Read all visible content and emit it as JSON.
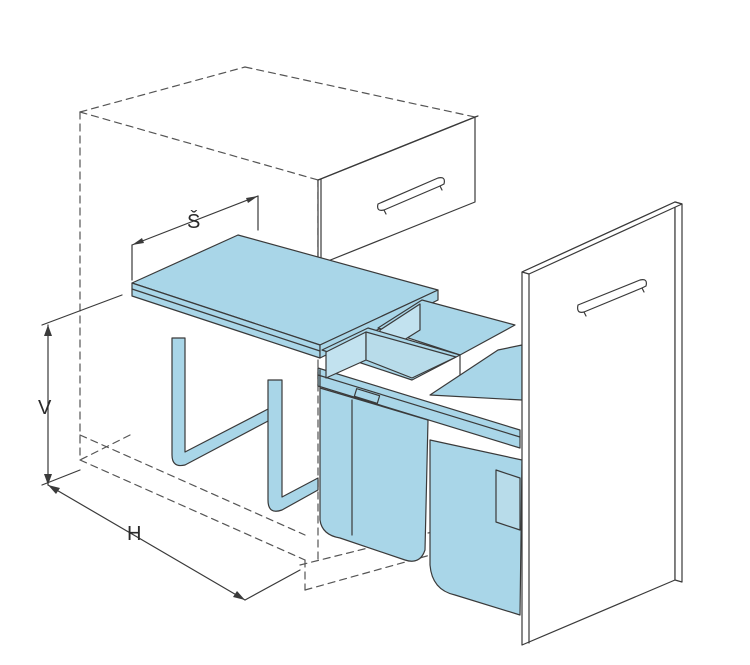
{
  "labels": {
    "width": "Š",
    "height": "V",
    "depth": "H"
  },
  "colors": {
    "fill": "#a9d6e8",
    "stroke": "#3a3a3a",
    "background": "#ffffff"
  }
}
